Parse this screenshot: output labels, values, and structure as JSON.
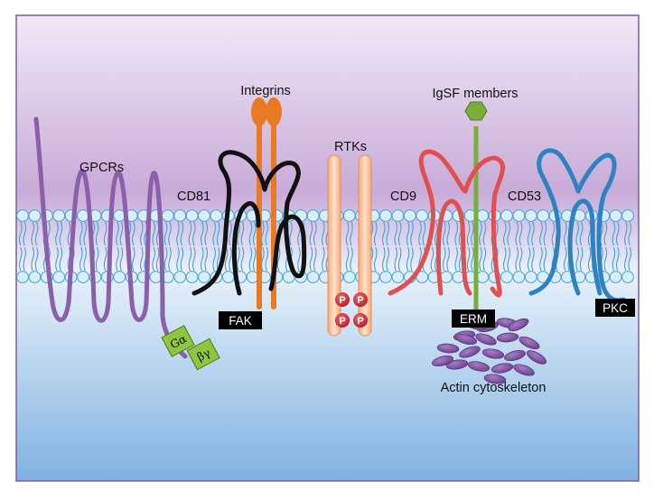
{
  "labels": {
    "gpcrs": "GPCRs",
    "integrins": "Integrins",
    "rtks": "RTKs",
    "igsf": "IgSF members",
    "cd81": "CD81",
    "cd9": "CD9",
    "cd53": "CD53",
    "actin": "Actin cytoskeleton"
  },
  "boxes": {
    "fak": "FAK",
    "erm": "ERM",
    "pkc": "PKC"
  },
  "g_protein": {
    "alpha": "Gα",
    "betagamma": "βγ"
  },
  "phospho": [
    "P",
    "P",
    "P",
    "P"
  ],
  "colors": {
    "frame": "#7d5ba6",
    "gpcr": "#8c5fa8",
    "integrin": "#ea7a22",
    "rtk": "#f9c9a6",
    "cd81": "#111111",
    "cd9": "#e05050",
    "cd53": "#2e82c2",
    "igsf": "#7aae3c",
    "phospho": "#d7262c",
    "actin": "#7a4f99",
    "gprotein": "#8ec63f",
    "membrane_head": "#d9eefb",
    "membrane_head_stroke": "#4a9fd4"
  }
}
